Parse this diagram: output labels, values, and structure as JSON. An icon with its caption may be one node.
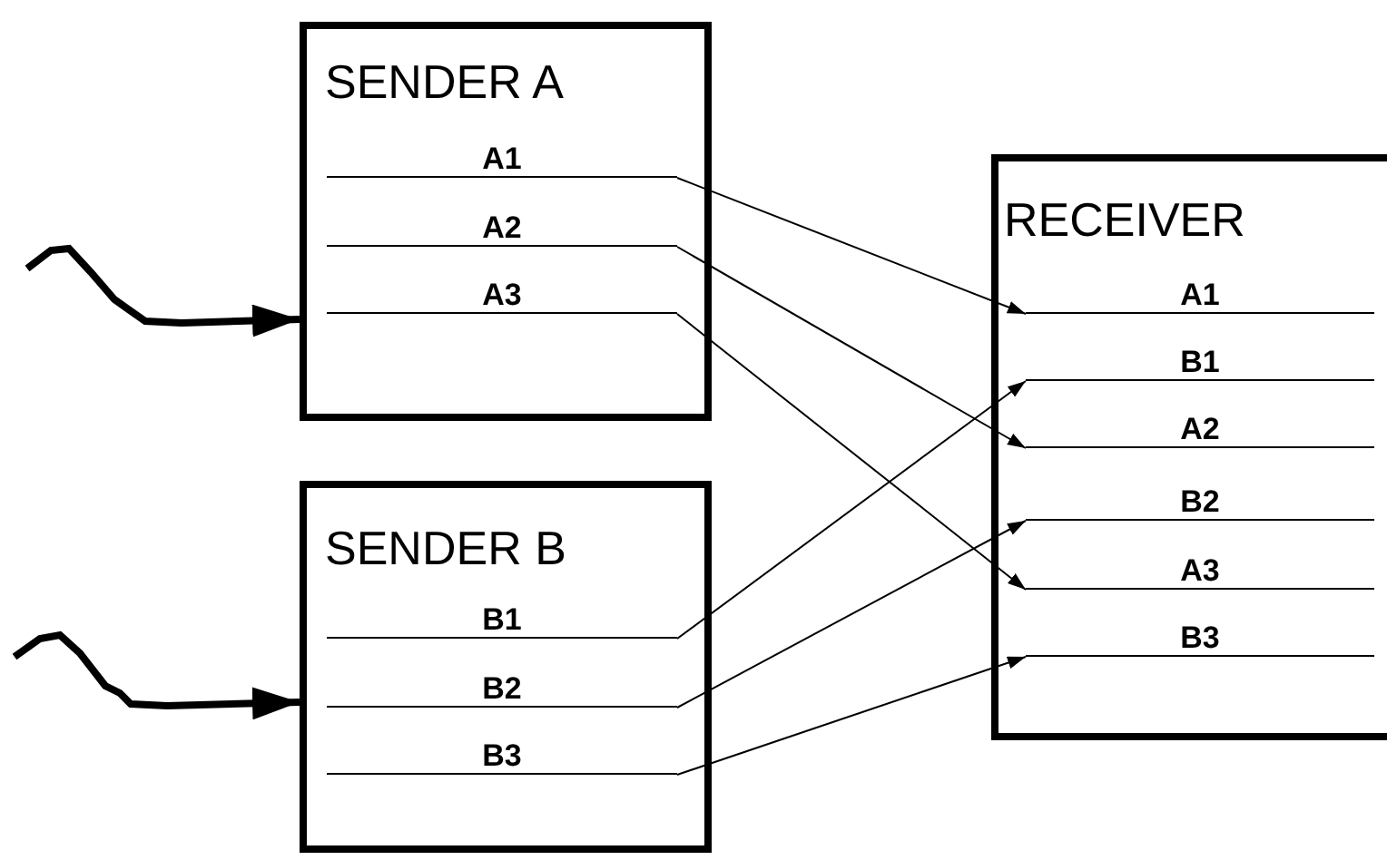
{
  "diagram": {
    "nodes": [
      {
        "text": [
          "SENDER A"
        ]
      },
      {
        "text": [
          "A1"
        ],
        "in": 0
      },
      {
        "text": [
          "A2"
        ],
        "in": 0
      },
      {
        "text": [
          "A3"
        ],
        "in": 0
      },
      {
        "text": [
          "SENDER B"
        ]
      },
      {
        "text": [
          "B1"
        ],
        "in": 4
      },
      {
        "text": [
          "B2"
        ],
        "in": 4
      },
      {
        "text": [
          "B3"
        ],
        "in": 4
      },
      {
        "text": [
          "RECEIVER"
        ]
      },
      {
        "text": [
          "A1"
        ],
        "in": 8
      },
      {
        "text": [
          "B1"
        ],
        "in": 8
      },
      {
        "text": [
          "A2"
        ],
        "in": 8
      },
      {
        "text": [
          "B2"
        ],
        "in": 8
      },
      {
        "text": [
          "A3"
        ],
        "in": 8
      },
      {
        "text": [
          "B3"
        ],
        "in": 8
      }
    ],
    "edges": [
      {
        "from": null,
        "to": 0,
        "arrow": "to",
        "style": "thick"
      },
      {
        "from": null,
        "to": 4,
        "arrow": "to",
        "style": "thick"
      },
      {
        "from": 1,
        "to": 9,
        "arrow": "to"
      },
      {
        "from": 2,
        "to": 11,
        "arrow": "to"
      },
      {
        "from": 3,
        "to": 13,
        "arrow": "to"
      },
      {
        "from": 5,
        "to": 10,
        "arrow": "to"
      },
      {
        "from": 6,
        "to": 12,
        "arrow": "to"
      },
      {
        "from": 7,
        "to": 14,
        "arrow": "to"
      }
    ]
  }
}
